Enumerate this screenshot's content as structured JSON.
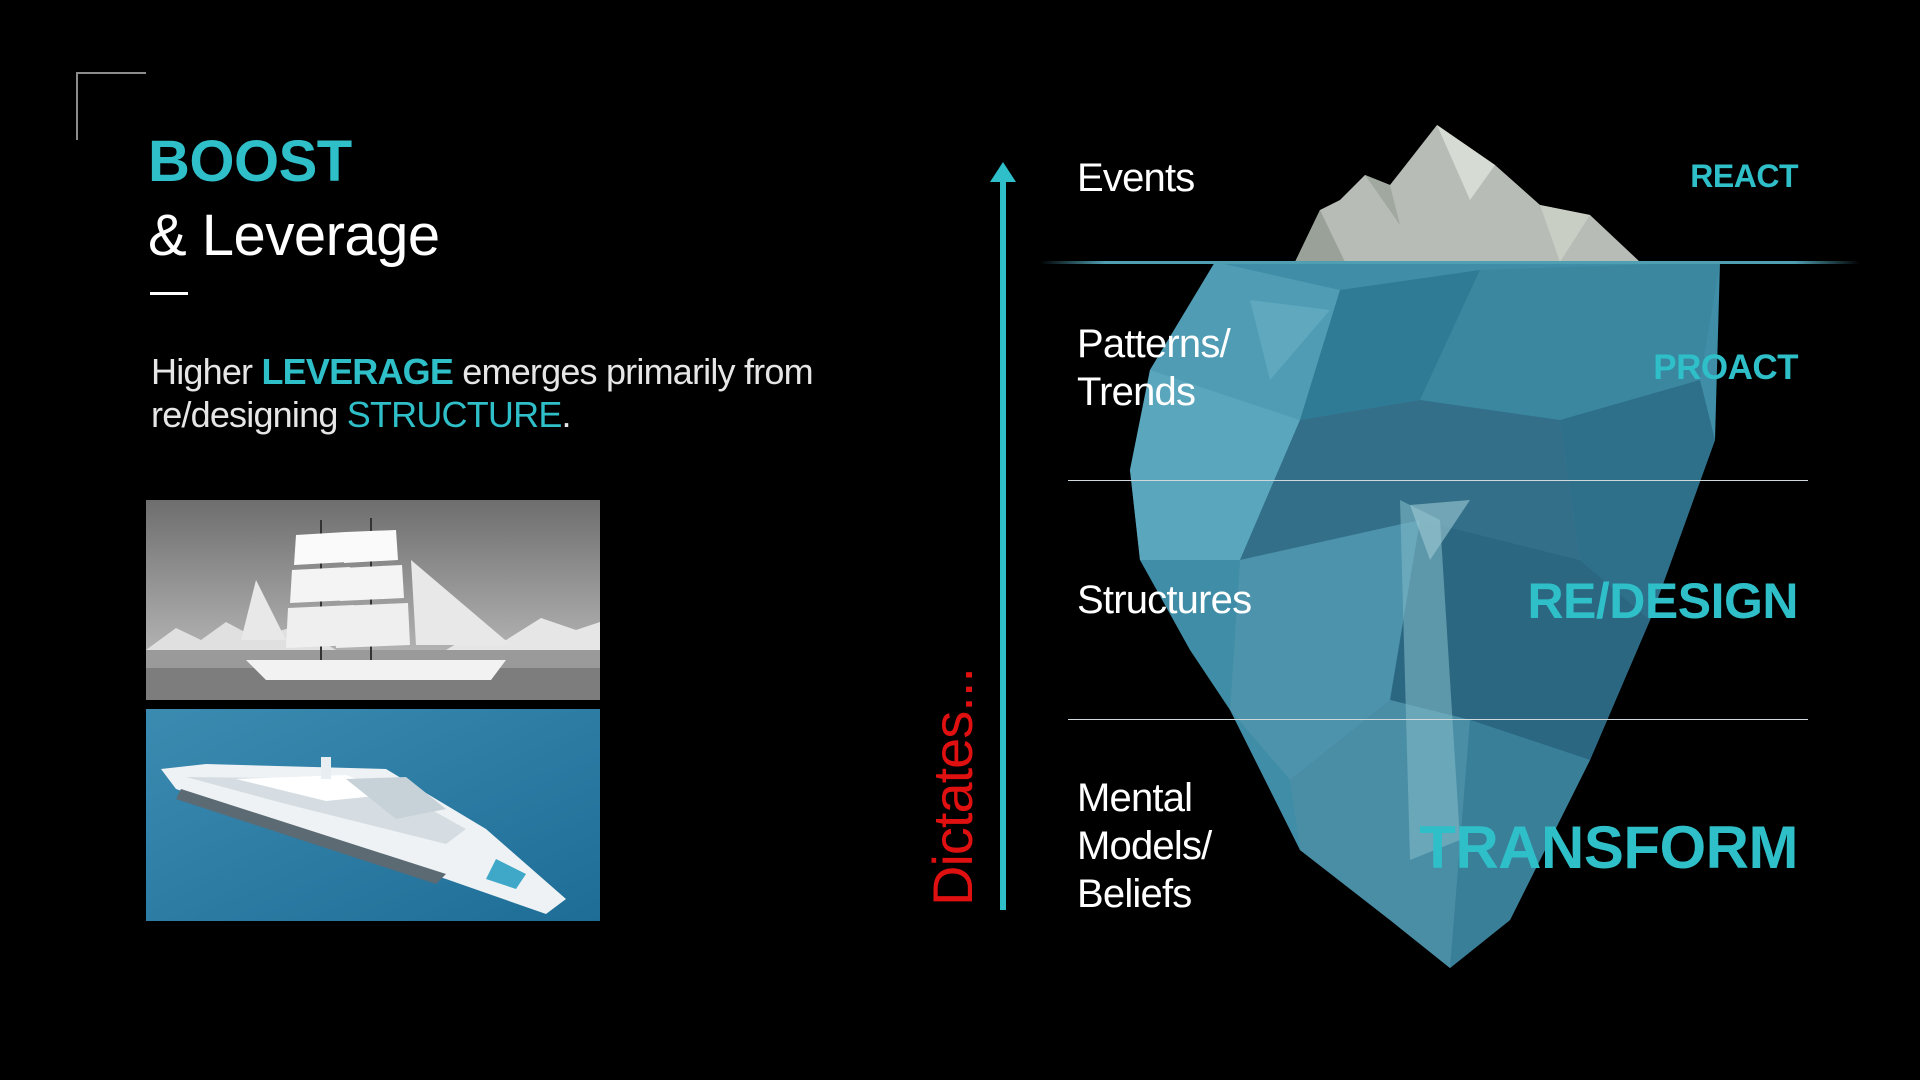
{
  "heading": {
    "line1": "BOOST",
    "line2": "& Leverage"
  },
  "lead": {
    "part1": "Higher ",
    "emph1": "LEVERAGE",
    "part2": " emerges primarily from re/designing ",
    "emph2": "STRUCTURE",
    "part3": "."
  },
  "photos": [
    {
      "subject": "sailing ship"
    },
    {
      "subject": "motor yacht"
    }
  ],
  "axis_label": "Dictates...",
  "levels": [
    {
      "left": "Events",
      "right": "REACT"
    },
    {
      "left": "Patterns/\nTrends",
      "right": "PROACT"
    },
    {
      "left": "Structures",
      "right": "RE/DESIGN"
    },
    {
      "left": "Mental\nModels/\nBeliefs",
      "right": "TRANSFORM"
    }
  ],
  "colors": {
    "accent": "#2fbfc9",
    "axis_label": "#e01010",
    "background": "#000000"
  }
}
